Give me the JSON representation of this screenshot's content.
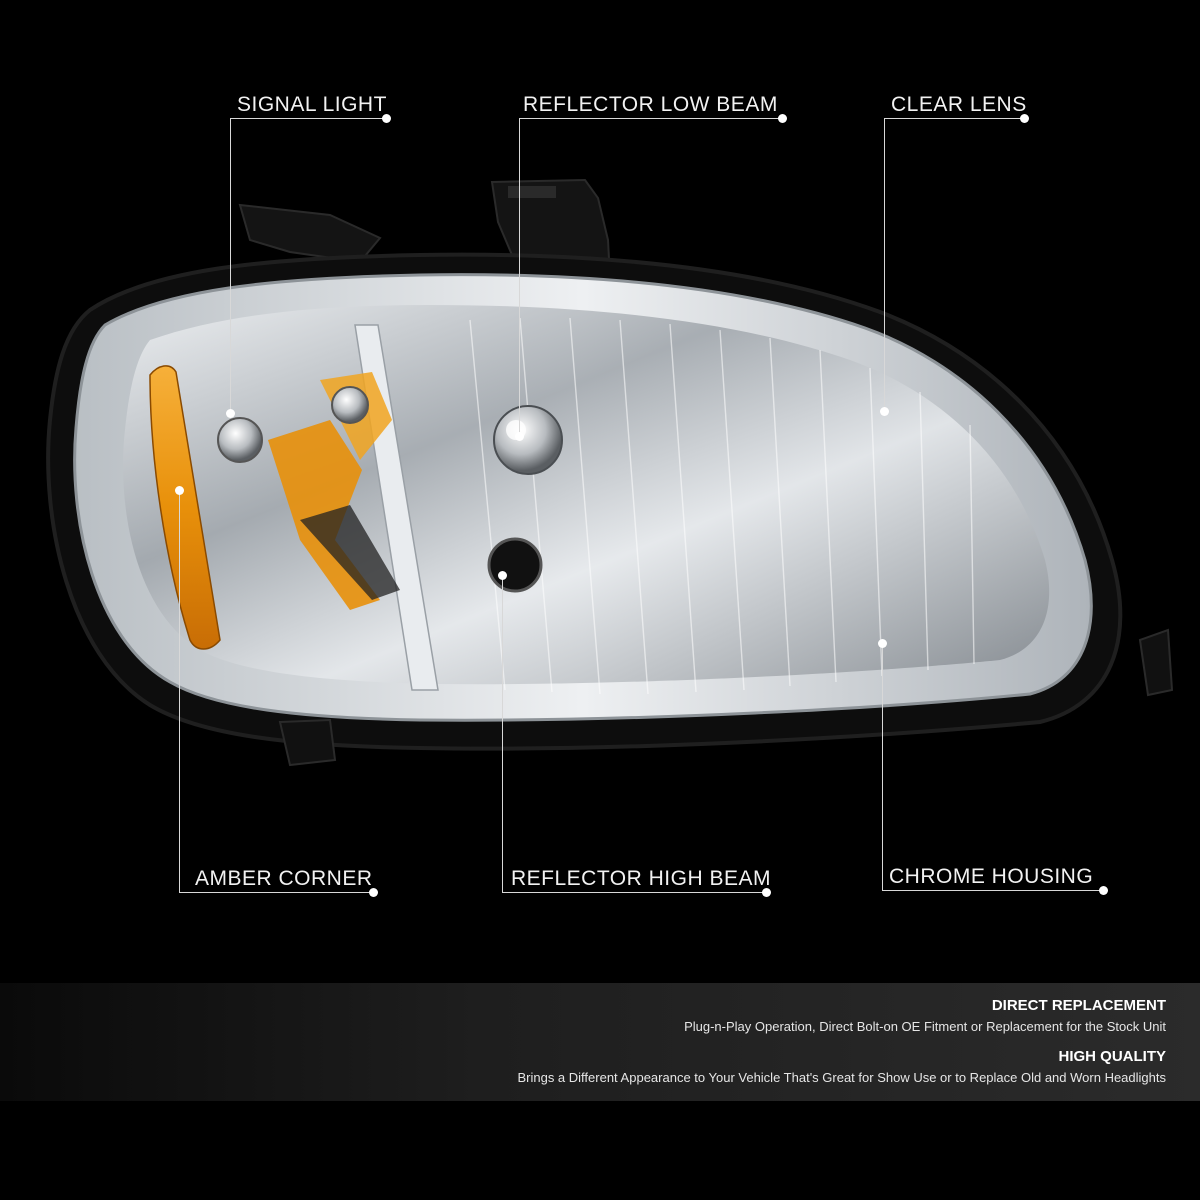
{
  "callouts": {
    "signal_light": "SIGNAL LIGHT",
    "reflector_low_beam": "REFLECTOR LOW BEAM",
    "clear_lens": "CLEAR LENS",
    "amber_corner": "AMBER CORNER",
    "reflector_high_beam": "REFLECTOR HIGH BEAM",
    "chrome_housing": "CHROME HOUSING"
  },
  "features": [
    {
      "title": "DIRECT REPLACEMENT",
      "description": "Plug-n-Play Operation, Direct Bolt-on OE Fitment or Replacement for the Stock Unit"
    },
    {
      "title": "HIGH QUALITY",
      "description": "Brings a Different Appearance to Your Vehicle That's Great for Show Use or to Replace Old and Worn Headlights"
    }
  ],
  "colors": {
    "background": "#000000",
    "amber": "#e8900a",
    "chrome": "#c8ccd0",
    "housing": "#0d0d0d"
  }
}
